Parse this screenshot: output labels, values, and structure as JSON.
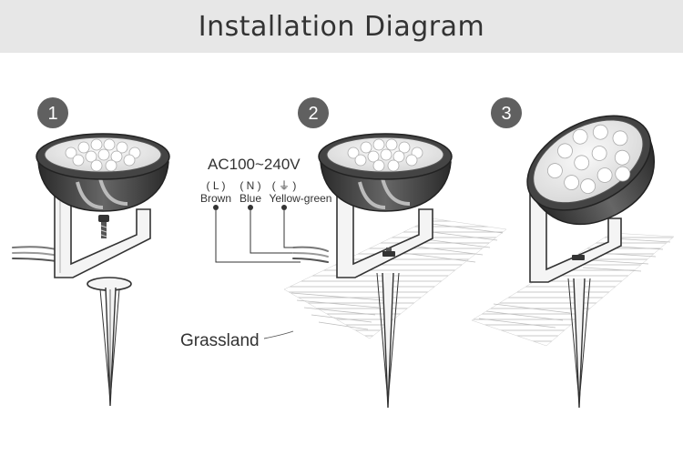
{
  "header": {
    "title": "Installation Diagram"
  },
  "steps": [
    {
      "number": "1"
    },
    {
      "number": "2"
    },
    {
      "number": "3"
    }
  ],
  "wiring": {
    "voltage": "AC100~240V",
    "terminals": [
      {
        "symbol": "( L )",
        "label": "Brown"
      },
      {
        "symbol": "( N )",
        "label": "Blue"
      },
      {
        "symbol": "(  ⏚  )",
        "label": "Yellow-green"
      }
    ]
  },
  "ground_label": "Grassland",
  "colors": {
    "header_bg": "#e7e7e7",
    "step_badge": "#606060",
    "line": "#333333"
  }
}
